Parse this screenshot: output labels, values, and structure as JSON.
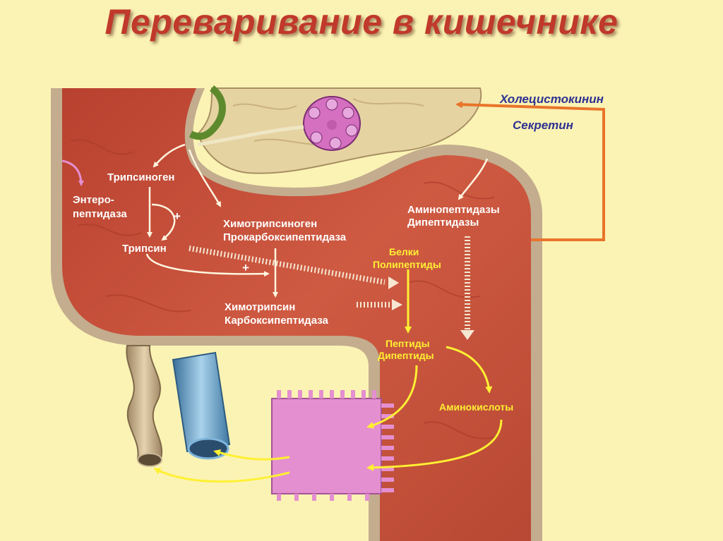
{
  "title": "Переваривание в кишечнике",
  "hormones": {
    "cholecystokinin": "Холецистокинин",
    "secretin": "Секретин"
  },
  "enzymes": {
    "trypsinogen": "Трипсиноген",
    "enteropeptidase_line1": "Энтеро-",
    "enteropeptidase_line2": "пептидаза",
    "trypsin": "Трипсин",
    "plus_sign": "+",
    "chymotrypsinogen": "Химотрипсиноген",
    "procarboxypeptidase": "Прокарбоксипептидаза",
    "chymotrypsin": "Химотрипсин",
    "carboxypeptidase": "Карбоксипептидаза",
    "aminopeptidases": "Аминопептидазы",
    "dipeptidases": "Дипептидазы"
  },
  "substrates": {
    "proteins": "Белки",
    "polypeptides": "Полипептиды",
    "peptides": "Пептиды",
    "dipeptides": "Дипептиды",
    "amino_acids": "Аминокислоты"
  },
  "colors": {
    "background": "#fbf3b4",
    "title": "#c0392b",
    "intestine": "#c8503a",
    "wall": "#c3ad8e",
    "enzyme_text": "#ffffff",
    "substrate_text": "#fff033",
    "hormone_text": "#2e3192",
    "hormone_arrow": "#e8742a",
    "villi": "#e48fd0"
  }
}
